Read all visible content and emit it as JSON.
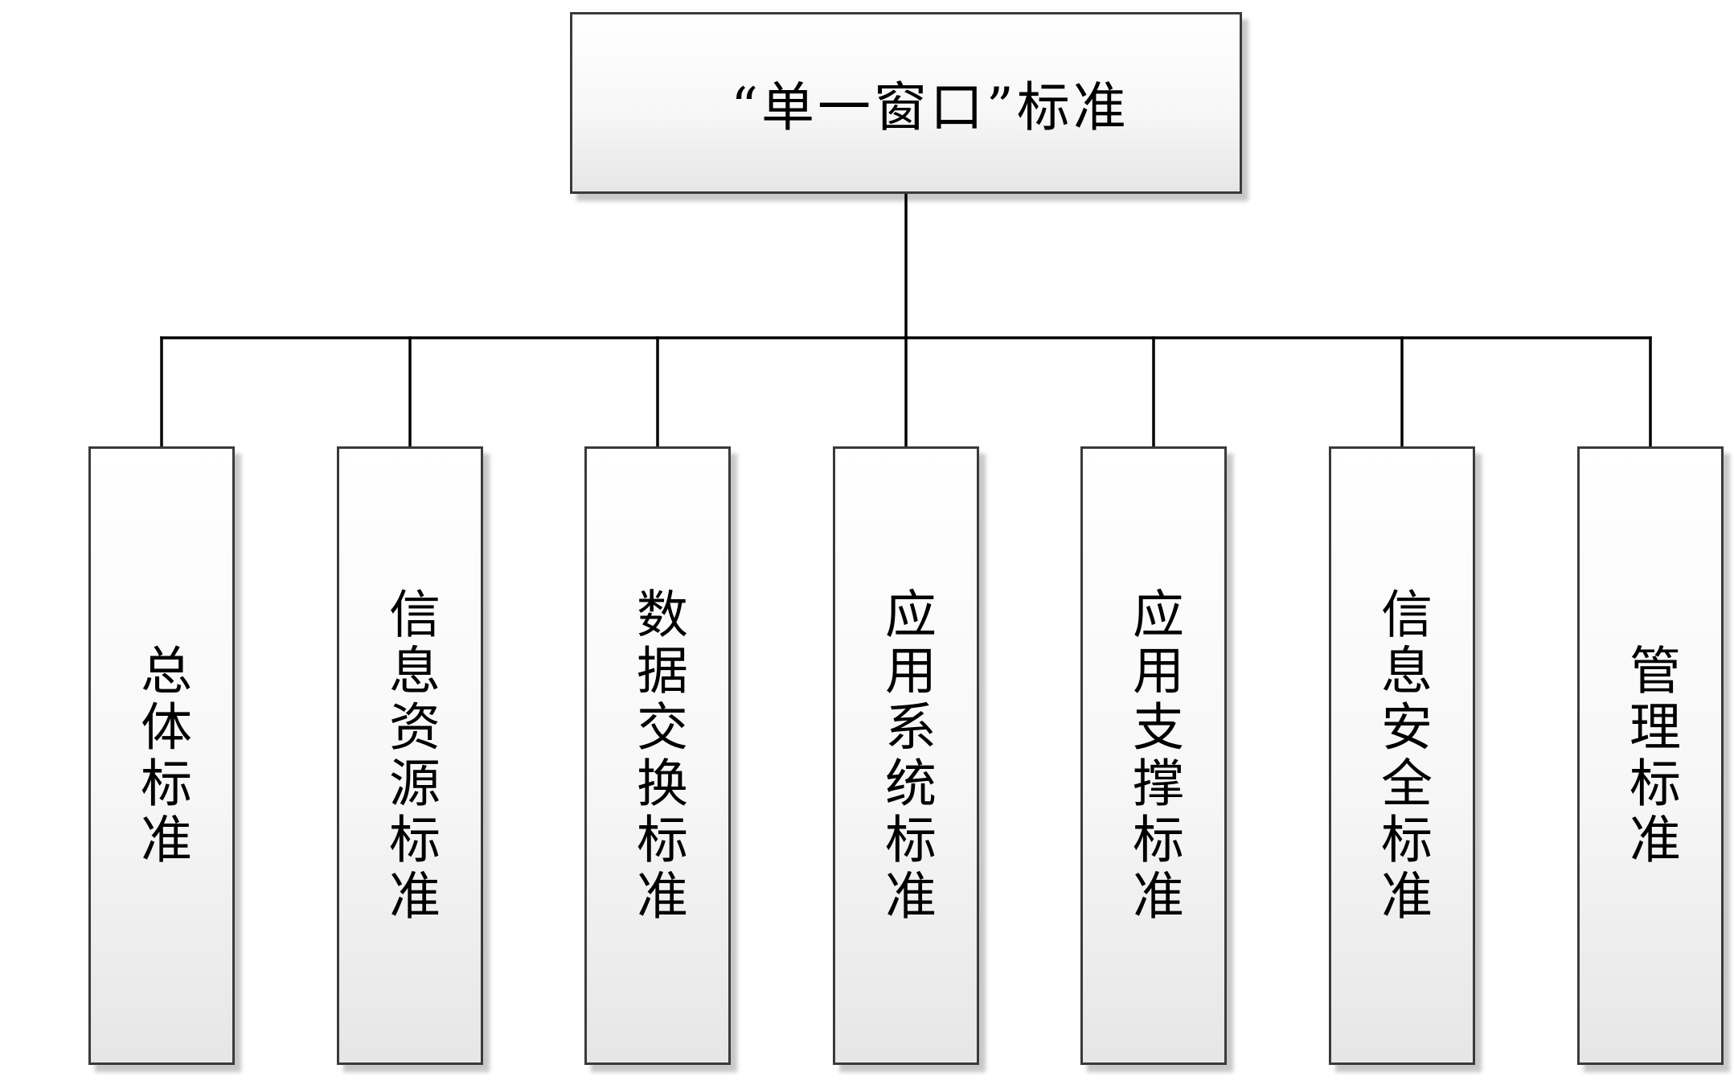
{
  "diagram": {
    "root": {
      "label": "“单一窗口”标准"
    },
    "children": [
      {
        "label": "总体标准"
      },
      {
        "label": "信息资源标准"
      },
      {
        "label": "数据交换标准"
      },
      {
        "label": "应用系统标准"
      },
      {
        "label": "应用支撑标准"
      },
      {
        "label": "信息安全标准"
      },
      {
        "label": "管理标准"
      }
    ],
    "colors": {
      "line": "#000000",
      "border": "#3a3a3a",
      "fill_top": "#ffffff",
      "fill_bottom": "#e6e6e6"
    }
  }
}
